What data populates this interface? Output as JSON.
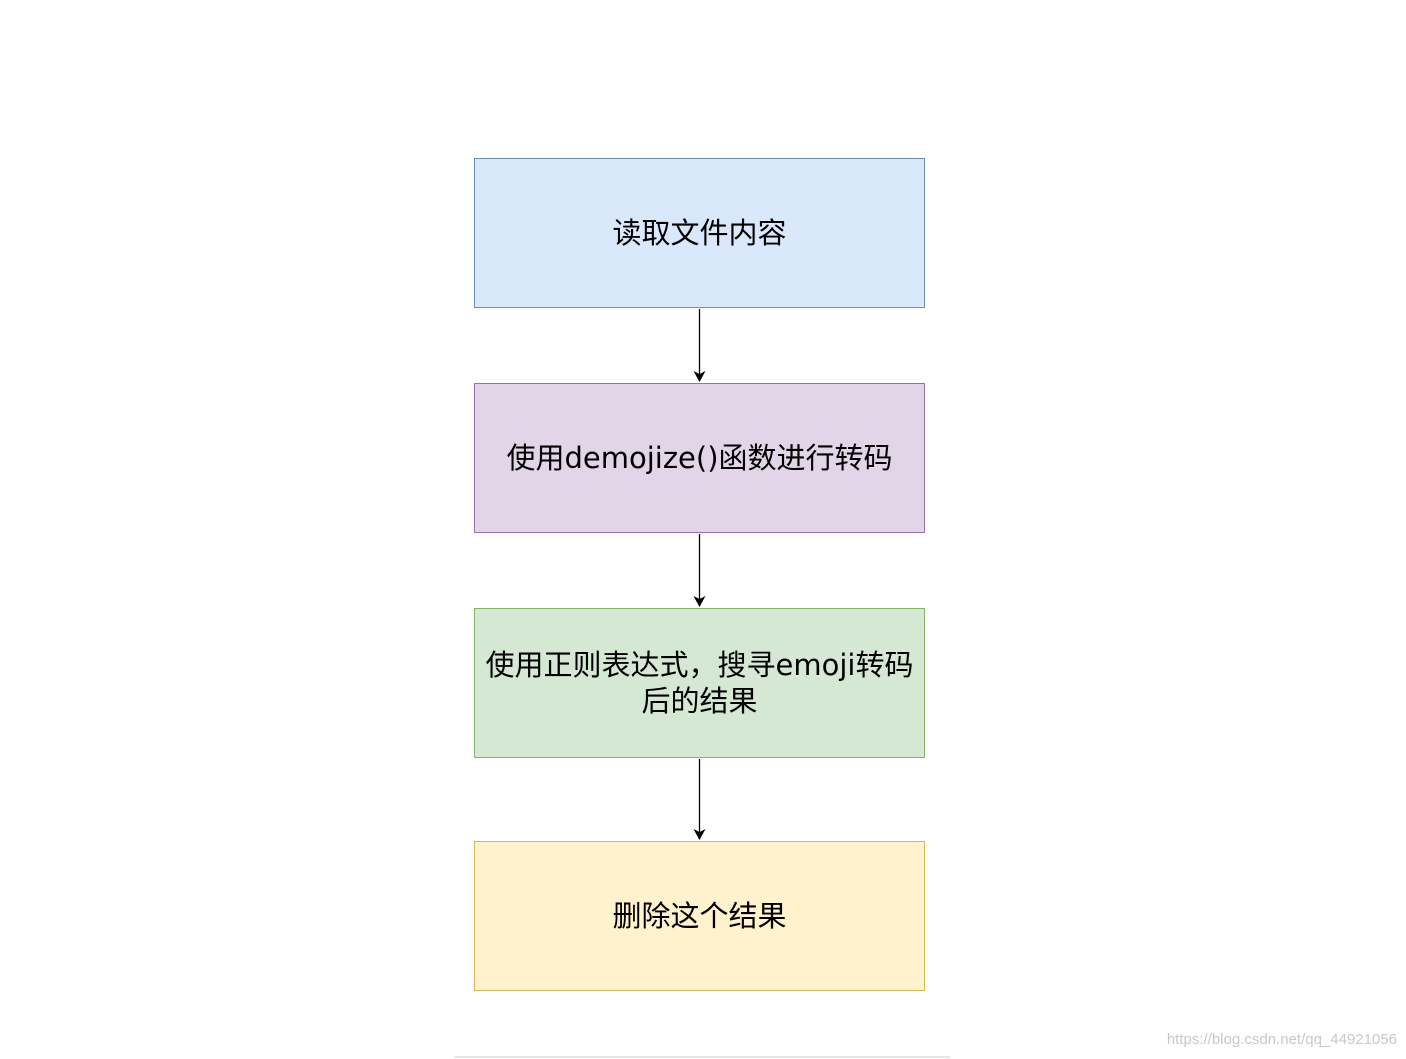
{
  "flowchart": {
    "steps": [
      {
        "label": "读取文件内容",
        "fill": "#dae8fc",
        "stroke": "#6c8ebf"
      },
      {
        "label": "使用demojize()函数进行转码",
        "fill": "#e1d5e7",
        "stroke": "#9673a6"
      },
      {
        "label": "使用正则表达式，搜寻emoji转码后的结果",
        "fill": "#d5e8d4",
        "stroke": "#82b366"
      },
      {
        "label": "删除这个结果",
        "fill": "#fff2cc",
        "stroke": "#d6b656"
      }
    ],
    "arrow_color": "#000000"
  },
  "watermark": "https://blog.csdn.net/qq_44921056"
}
